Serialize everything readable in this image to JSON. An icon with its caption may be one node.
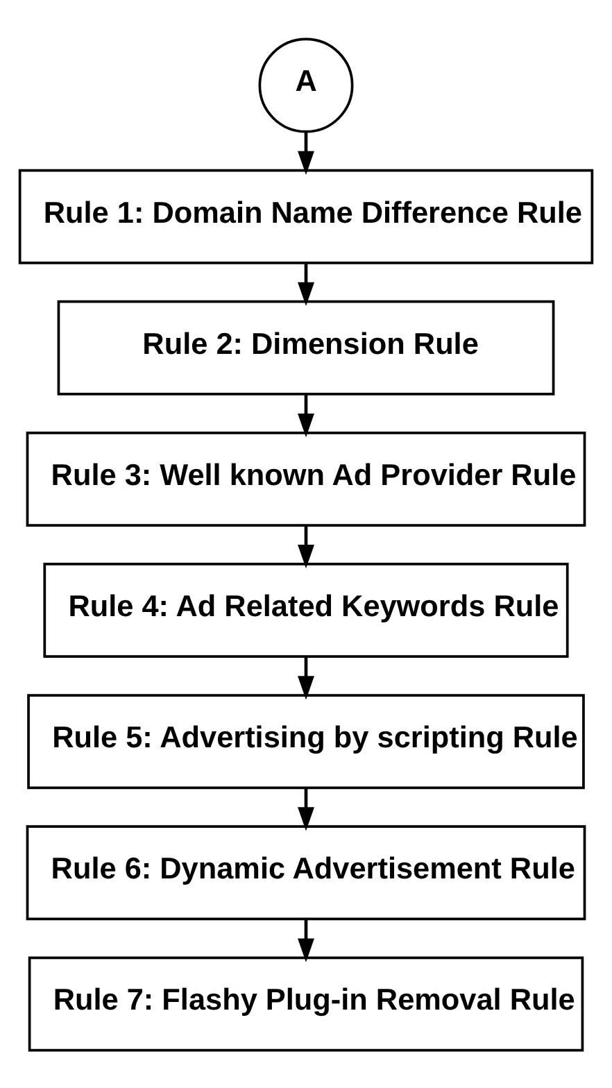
{
  "diagram": {
    "nodes": [
      {
        "text": [
          "A"
        ]
      },
      {
        "text": [
          "Rule 1: Domain Name Difference Rule"
        ]
      },
      {
        "text": [
          "Rule 2: Dimension Rule"
        ]
      },
      {
        "text": [
          "Rule 3: Well known Ad Provider Rule"
        ]
      },
      {
        "text": [
          "Rule 4: Ad Related Keywords Rule"
        ]
      },
      {
        "text": [
          "Rule 5: Advertising by scripting Rule"
        ]
      },
      {
        "text": [
          "Rule 6: Dynamic Advertisement Rule"
        ]
      },
      {
        "text": [
          "Rule 7: Flashy Plug-in Removal Rule"
        ]
      }
    ],
    "edges": [
      {
        "from": 0,
        "to": 1,
        "arrow": "to"
      },
      {
        "from": 1,
        "to": 2,
        "arrow": "to"
      },
      {
        "from": 2,
        "to": 3,
        "arrow": "to"
      },
      {
        "from": 3,
        "to": 4,
        "arrow": "to"
      },
      {
        "from": 4,
        "to": 5,
        "arrow": "to"
      },
      {
        "from": 5,
        "to": 6,
        "arrow": "to"
      },
      {
        "from": 6,
        "to": 7,
        "arrow": "to"
      }
    ]
  }
}
